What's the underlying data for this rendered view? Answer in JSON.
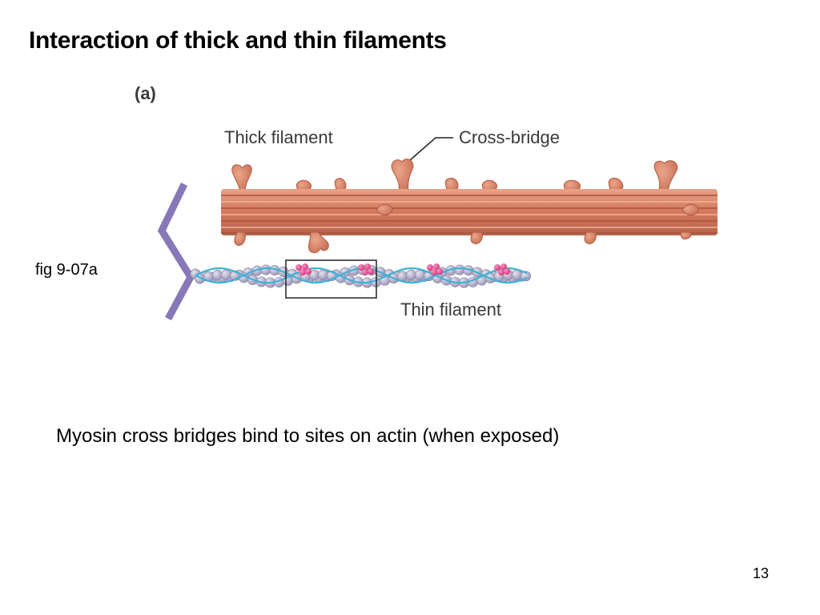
{
  "slide": {
    "title": "Interaction of thick and thin filaments",
    "figure_ref": "fig 9-07a",
    "caption": "Myosin cross bridges bind to sites on actin (when exposed)",
    "page_number": "13"
  },
  "figure": {
    "panel_label": "(a)",
    "labels": {
      "thick_filament": "Thick filament",
      "cross_bridge": "Cross-bridge",
      "thin_filament": "Thin filament"
    },
    "colors": {
      "myosin": "#d4785c",
      "myosin_dark": "#a8533c",
      "actin": "#b8b3cc",
      "tropomyosin": "#3fb2d6",
      "troponin": "#e0408a",
      "z_line": "#8878b8"
    }
  }
}
